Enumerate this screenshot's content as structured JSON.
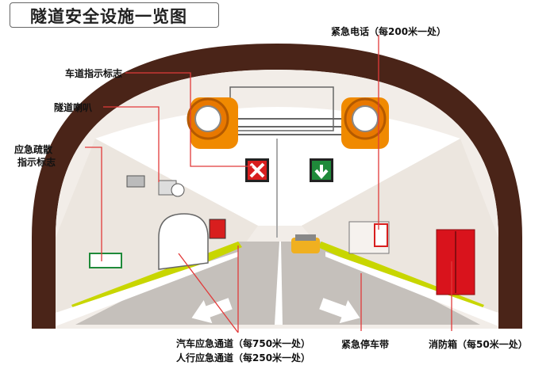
{
  "title": "隧道安全设施一览图",
  "labels": {
    "lane_sign": "车道指示标志",
    "horn": "隧道喇叭",
    "evac_line1": "应急疏散",
    "evac_line2": "指示标志",
    "phone": "紧急电话（每200米一处）",
    "vehicle_passage": "汽车应急通道（每750米一处）",
    "pedestrian_passage": "人行应急通道（每250米一处）",
    "parking_strip": "紧急停车带",
    "hydrant": "消防箱（每50米一处）"
  },
  "colors": {
    "tunnel_ring": "#4a2418",
    "tunnel_ring_inner": "#7a3a26",
    "wall": "#ece6df",
    "road": "#c9c4bf",
    "curb": "#c8d600",
    "fan": "#f08a00",
    "fire_box": "#d9131c",
    "sign_red": "#d81e1e",
    "sign_green": "#1f8a3a",
    "leader": "#e13a3a"
  }
}
